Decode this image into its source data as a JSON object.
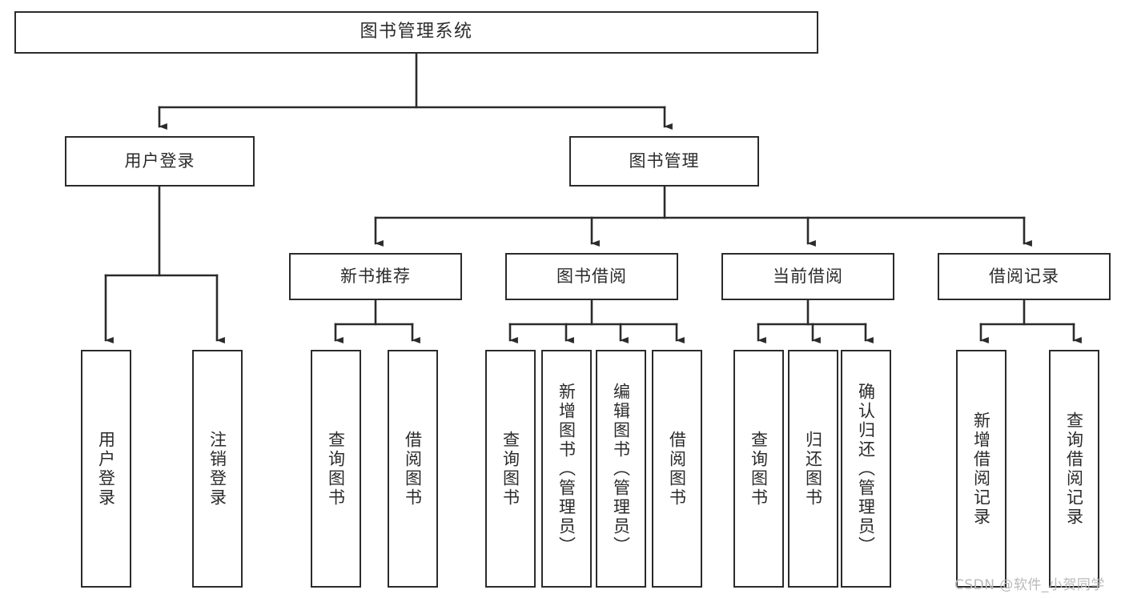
{
  "diagram": {
    "title": "图书管理系统",
    "type": "tree",
    "watermark": "CSDN @软件_小贺同学",
    "colors": {
      "border": "#2b2b2b",
      "text": "#2b2b2b",
      "background": "#ffffff",
      "watermark": "#b9b9b9"
    },
    "nodes": {
      "root": {
        "label": "图书管理系统"
      },
      "level2": [
        {
          "label": "用户登录"
        },
        {
          "label": "图书管理"
        }
      ],
      "level3": [
        {
          "label": "新书推荐"
        },
        {
          "label": "图书借阅"
        },
        {
          "label": "当前借阅"
        },
        {
          "label": "借阅记录"
        }
      ],
      "leaves": [
        {
          "label": "用户登录"
        },
        {
          "label": "注销登录"
        },
        {
          "label": "查询图书"
        },
        {
          "label": "借阅图书"
        },
        {
          "label": "查询图书"
        },
        {
          "label": "新增图书（管理员）"
        },
        {
          "label": "编辑图书（管理员）"
        },
        {
          "label": "借阅图书"
        },
        {
          "label": "查询图书"
        },
        {
          "label": "归还图书"
        },
        {
          "label": "确认归还（管理员）"
        },
        {
          "label": "新增借阅记录"
        },
        {
          "label": "查询借阅记录"
        }
      ]
    },
    "edges": [
      {
        "from": "图书管理系统",
        "to": "用户登录"
      },
      {
        "from": "图书管理系统",
        "to": "图书管理"
      },
      {
        "from": "图书管理",
        "to": "新书推荐"
      },
      {
        "from": "图书管理",
        "to": "图书借阅"
      },
      {
        "from": "图书管理",
        "to": "当前借阅"
      },
      {
        "from": "图书管理",
        "to": "借阅记录"
      },
      {
        "from": "用户登录",
        "to": "用户登录"
      },
      {
        "from": "用户登录",
        "to": "注销登录"
      },
      {
        "from": "新书推荐",
        "to": "查询图书"
      },
      {
        "from": "新书推荐",
        "to": "借阅图书"
      },
      {
        "from": "图书借阅",
        "to": "查询图书"
      },
      {
        "from": "图书借阅",
        "to": "新增图书（管理员）"
      },
      {
        "from": "图书借阅",
        "to": "编辑图书（管理员）"
      },
      {
        "from": "图书借阅",
        "to": "借阅图书"
      },
      {
        "from": "当前借阅",
        "to": "查询图书"
      },
      {
        "from": "当前借阅",
        "to": "归还图书"
      },
      {
        "from": "当前借阅",
        "to": "确认归还（管理员）"
      },
      {
        "from": "借阅记录",
        "to": "新增借阅记录"
      },
      {
        "from": "借阅记录",
        "to": "查询借阅记录"
      }
    ]
  }
}
